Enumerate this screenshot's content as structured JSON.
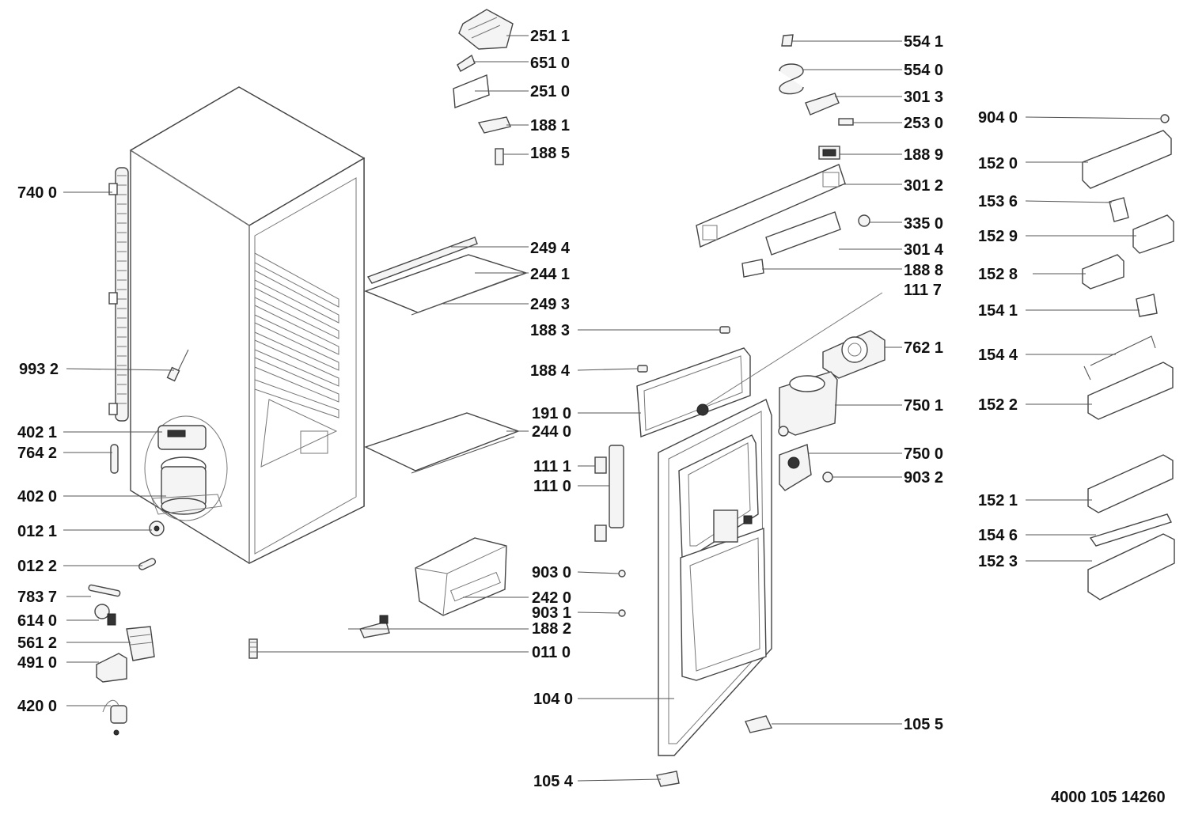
{
  "labels": {
    "l2511": "251 1",
    "l6510": "651 0",
    "l2510": "251 0",
    "l1881": "188 1",
    "l1885": "188 5",
    "l5541": "554 1",
    "l5540": "554 0",
    "l3013": "301 3",
    "l2530": "253 0",
    "l1889": "188 9",
    "l3012": "301 2",
    "l3350": "335 0",
    "l3014": "301 4",
    "l1888": "188 8",
    "l1117": "111 7",
    "l7621": "762 1",
    "l7501": "750 1",
    "l7500": "750 0",
    "l9032": "903 2",
    "l1055": "105 5",
    "l9040": "904 0",
    "l1520": "152 0",
    "l1536": "153 6",
    "l1529": "152 9",
    "l1528": "152 8",
    "l1541": "154 1",
    "l1544": "154 4",
    "l1522": "152 2",
    "l1521": "152 1",
    "l1546": "154 6",
    "l1523": "152 3",
    "l7400": "740 0",
    "l9932": "993 2",
    "l4021": "402 1",
    "l7642": "764 2",
    "l4020": "402 0",
    "l0121": "012 1",
    "l0122": "012 2",
    "l7837": "783 7",
    "l6140": "614 0",
    "l5612": "561 2",
    "l4910": "491 0",
    "l4200": "420 0",
    "l2494": "249 4",
    "l2441": "244 1",
    "l2493": "249 3",
    "l1883": "188 3",
    "l1884": "188 4",
    "l1910": "191 0",
    "l2440": "244 0",
    "l1111": "111 1",
    "l1110": "111 0",
    "l9030": "903 0",
    "l2420": "242 0",
    "l9031": "903 1",
    "l1882": "188 2",
    "l0110": "011 0",
    "l1040": "104 0",
    "l1054": "105 4"
  },
  "document_number": "4000 105 14260"
}
